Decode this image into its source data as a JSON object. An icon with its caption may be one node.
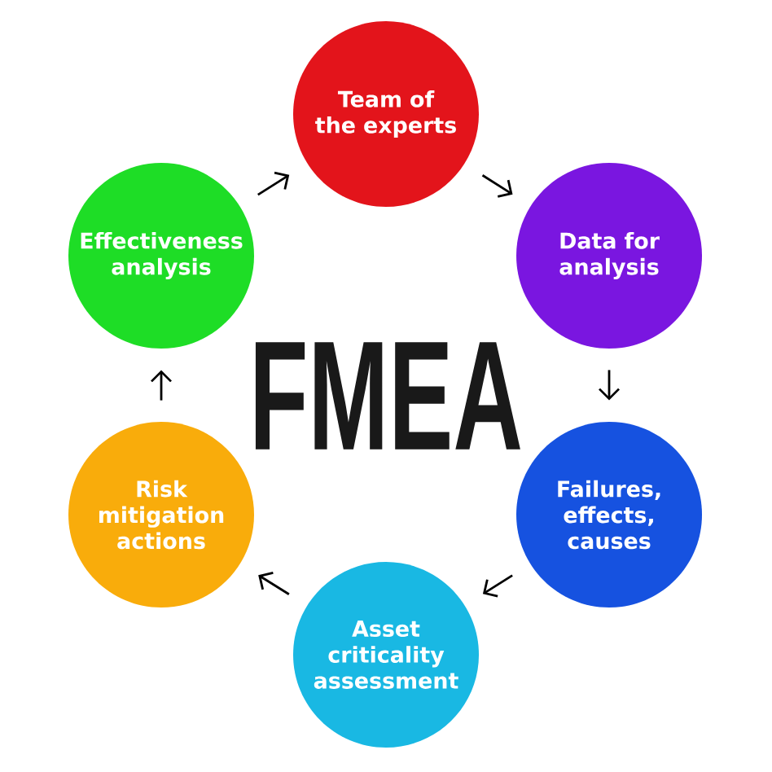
{
  "diagram": {
    "title": "FMEA",
    "nodes": [
      {
        "text": [
          "Team of the experts"
        ]
      },
      {
        "text": [
          "Data for analysis"
        ]
      },
      {
        "text": [
          "Failures, effects, causes"
        ]
      },
      {
        "text": [
          "Asset criticality assessment"
        ]
      },
      {
        "text": [
          "Risk mitigation actions"
        ]
      },
      {
        "text": [
          "Effectiveness analysis"
        ]
      }
    ],
    "edges": [
      {
        "from": 0,
        "to": 1,
        "arrow": "to"
      },
      {
        "from": 1,
        "to": 2,
        "arrow": "to"
      },
      {
        "from": 2,
        "to": 3,
        "arrow": "to"
      },
      {
        "from": 3,
        "to": 4,
        "arrow": "to"
      },
      {
        "from": 4,
        "to": 5,
        "arrow": "to"
      },
      {
        "from": 5,
        "to": 0,
        "arrow": "to"
      }
    ]
  }
}
